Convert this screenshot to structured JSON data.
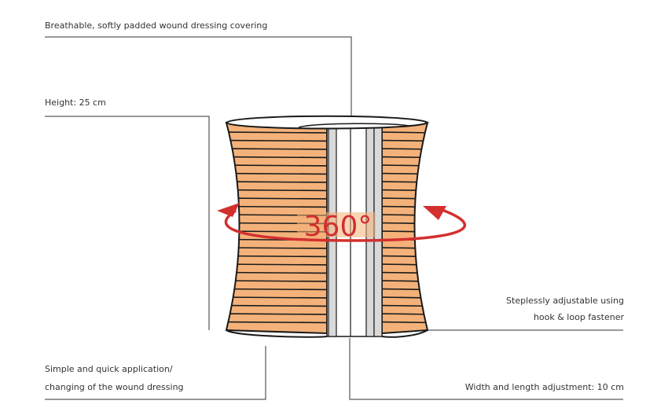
{
  "labels": {
    "covering": "Breathable, softly padded wound dressing covering",
    "height": "Height: 25 cm",
    "application_line1": "Simple and quick application/",
    "application_line2": "changing of the wound dressing",
    "fastener_line1": "Steplessly adjustable using",
    "fastener_line2": "hook & loop fastener",
    "width": "Width and length adjustment: 10 cm",
    "rotation": "360°"
  },
  "colors": {
    "band_orange": "#F4B27A",
    "outline": "#1a1a1a",
    "arrow_red": "#D32F2F",
    "leader_line": "#333333",
    "text": "#333333"
  },
  "icons": [
    "rotation-arrow-left-icon",
    "rotation-arrow-right-icon"
  ]
}
